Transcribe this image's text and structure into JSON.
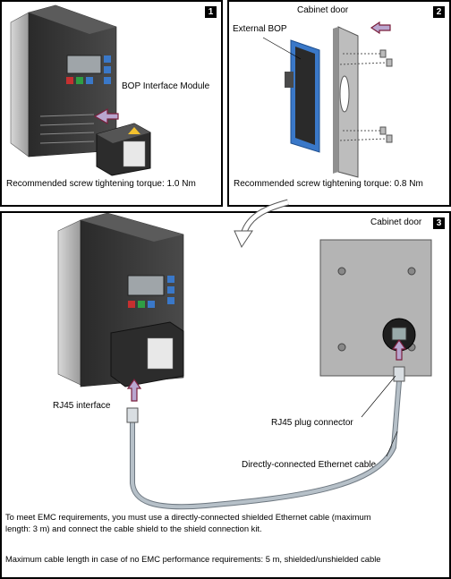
{
  "panel1": {
    "badge": "1",
    "module_label": "BOP Interface Module",
    "torque_note": "Recommended screw tightening torque: 1.0 Nm"
  },
  "panel2": {
    "badge": "2",
    "cabinet_door_label": "Cabinet door",
    "external_bop_label": "External BOP",
    "torque_note": "Recommended screw tightening torque: 0.8 Nm"
  },
  "panel3": {
    "badge": "3",
    "cabinet_door_label": "Cabinet door",
    "rj45_interface_label": "RJ45 interface",
    "rj45_plug_label": "RJ45 plug connector",
    "ethernet_cable_label": "Directly-connected Ethernet cable",
    "emc_note_line1": "To meet EMC requirements, you must use a directly-connected shielded Ethernet cable (maximum",
    "emc_note_line2": "length: 3 m) and connect the cable shield to the shield connection kit.",
    "max_length_note": "Maximum cable length in case of no EMC performance requirements: 5 m, shielded/unshielded cable"
  },
  "colors": {
    "arrow_fill": "#b9a6cf",
    "arrow_stroke": "#7a1f3c",
    "bop_accent": "#3a78c8",
    "door_gray": "#b4b4b4",
    "cable_gray": "#b6c0c8"
  }
}
